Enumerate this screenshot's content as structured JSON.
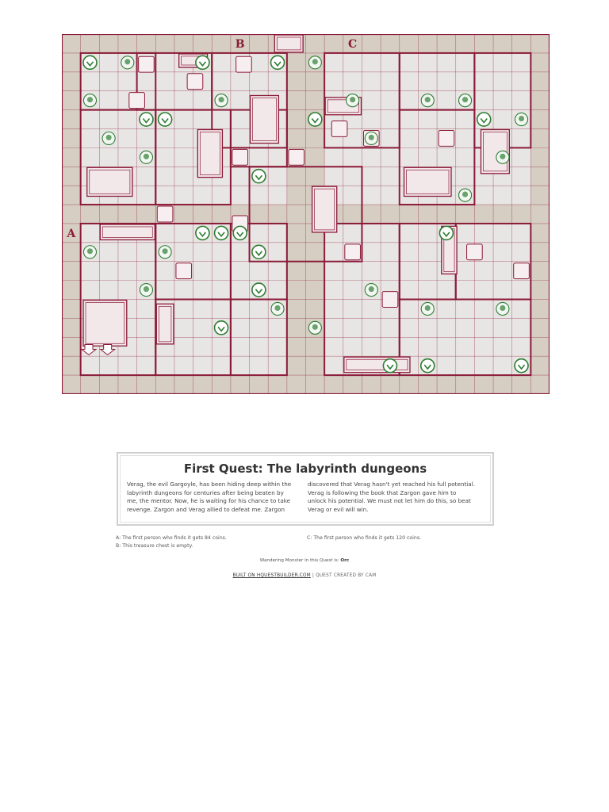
{
  "board": {
    "columns": 26,
    "rows": 19,
    "letters": [
      "B",
      "C",
      "A"
    ],
    "colors": {
      "floor": "#e8e6e4",
      "border_tile": "#d6cec2",
      "wall": "#8b1a38",
      "monster": "#2e7d32",
      "furniture": "#8b1a38"
    }
  },
  "quest": {
    "title": "First Quest: The labyrinth dungeons",
    "body_left": "Verag, the evil Gargoyle, has been hiding deep within the labyrinth dungeons for centuries after being beaten by me, the mentor. Now, he is waiting for his chance to take revenge. Zargon and Verag allied to defeat me. Zargon",
    "body_right": "discovered that Verag hasn't yet reached his full potential. Verag is following the book that Zargon gave him to unlock his potential. We must not let him do this, so beat Verag or evil will win."
  },
  "notes": {
    "a": "A: The first person who finds it gets 84 coins.",
    "b": "B: This treasure chest is empty.",
    "c": "C: The first person who finds it gets 120 coins."
  },
  "wandering": {
    "label": "Wandering Monster in this Quest is:",
    "monster": "Orc"
  },
  "footer": {
    "link_text": "BUILT ON HQUESTBUILDER.COM",
    "separator": " | ",
    "credit": "QUEST CREATED BY CAM"
  }
}
